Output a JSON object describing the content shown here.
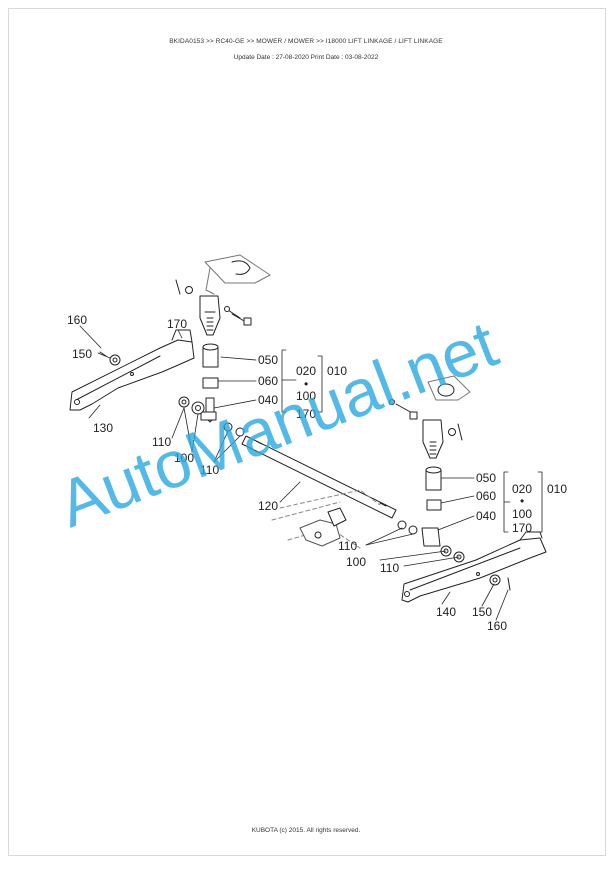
{
  "header": {
    "breadcrumb": "BKIDA0153 >> RC40-GE >> MOWER / MOWER >> I18000   LIFT LINKAGE / LIFT LINKAGE",
    "dates": "Update Date : 27-08-2020   Print Date : 03-08-2022"
  },
  "footer": {
    "copyright": "KUBOTA (c) 2015. All rights reserved."
  },
  "watermark": {
    "text": "AutoManual.net",
    "color": "#29a8e0"
  },
  "diagram": {
    "callouts_left": {
      "c160": "160",
      "c150": "150",
      "c170": "170",
      "c130": "130",
      "c050": "050",
      "c060": "060",
      "c040": "040",
      "c020": "020",
      "c010": "010",
      "c100a": "100",
      "c170b": "170",
      "c110a": "110",
      "c100b": "100",
      "c110b": "110",
      "c120": "120"
    },
    "callouts_right": {
      "c050": "050",
      "c060": "060",
      "c040": "040",
      "c020": "020",
      "c010": "010",
      "c100a": "100",
      "c170": "170",
      "c110a": "110",
      "c100b": "100",
      "c110b": "110",
      "c140": "140",
      "c150": "150",
      "c160": "160"
    },
    "dot": "•"
  }
}
